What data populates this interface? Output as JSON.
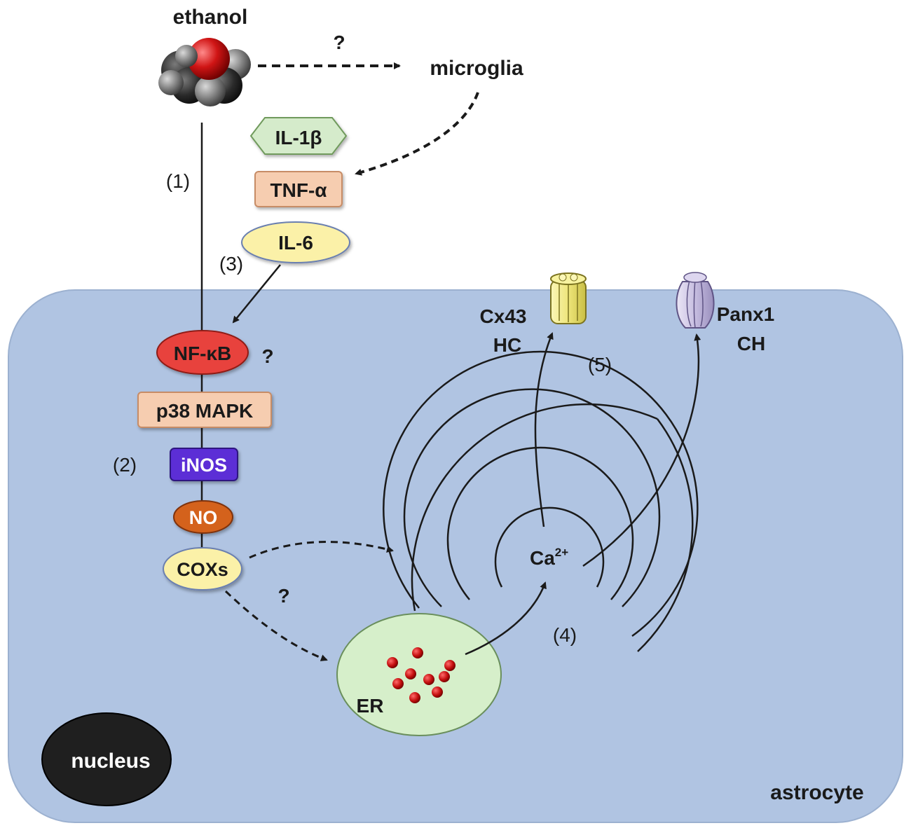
{
  "labels": {
    "ethanol": "ethanol",
    "microglia": "microglia",
    "question": "?",
    "il1b": "IL-1β",
    "tnfa": "TNF-α",
    "il6": "IL-6",
    "nfkb": "NF-κB",
    "p38": "p38 MAPK",
    "inos": "iNOS",
    "no": "NO",
    "coxs": "COXs",
    "er": "ER",
    "ca_base": "Ca",
    "ca_sup": "2+",
    "cx43_line1": "Cx43",
    "cx43_line2": "HC",
    "panx1_line1": "Panx1",
    "panx1_line2": "CH",
    "nucleus": "nucleus",
    "astrocyte": "astrocyte"
  },
  "steps": {
    "s1": "(1)",
    "s2": "(2)",
    "s3": "(3)",
    "s4": "(4)",
    "s5": "(5)"
  },
  "colors": {
    "cell": "#b0c4e2",
    "il1b": "#d5ebcb",
    "tnfa": "#f6cdb0",
    "il6": "#fbf1a8",
    "nfkb": "#e8423d",
    "p38": "#f6cdb0",
    "inos": "#5b2fd6",
    "no": "#d4621e",
    "coxs": "#fbf1a8",
    "er": "#d6efca",
    "calcium": "#cc1111",
    "nucleus": "#1f1f1f",
    "cx43": "#f4f090",
    "panx1": "#c9c2e3"
  }
}
